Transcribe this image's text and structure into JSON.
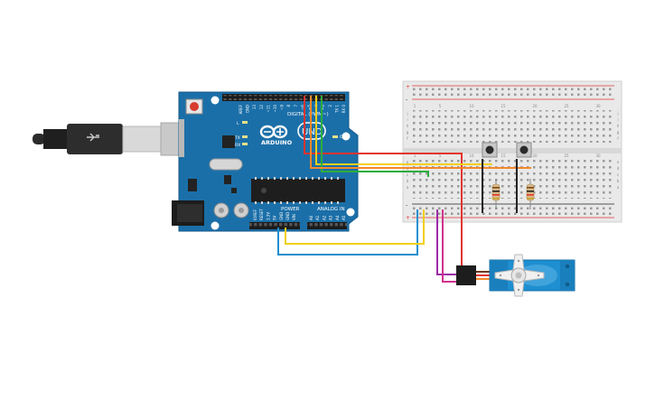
{
  "board": {
    "brand": "ARDUINO",
    "model": "UNO",
    "label_digital": "DIGITAL (PWM~)",
    "label_power": "POWER",
    "label_analog": "ANALOG IN",
    "label_on": "ON",
    "label_l": "L",
    "label_tx": "TX",
    "label_rx": "RX",
    "digital_pins": [
      "AREF",
      "GND",
      "13",
      "12",
      "~11",
      "~10",
      "~9",
      "8",
      "7",
      "~6",
      "~5",
      "4",
      "~3",
      "2",
      "TX 1",
      "RX 0"
    ],
    "power_pins": [
      "IOREF",
      "RESET",
      "3.3V",
      "5V",
      "GND",
      "GND",
      "VIN"
    ],
    "analog_pins": [
      "A0",
      "A1",
      "A2",
      "A3",
      "A4",
      "A5"
    ],
    "color": "#1b6fa8"
  },
  "breadboard": {
    "rail_plus": "+",
    "rail_minus": "-",
    "row_letters_top": [
      "j",
      "i",
      "h",
      "g",
      "f"
    ],
    "row_letters_bottom": [
      "e",
      "d",
      "c",
      "b",
      "a"
    ],
    "column_numbers": [
      "1",
      "5",
      "10",
      "15",
      "20",
      "25",
      "30"
    ]
  },
  "wire_colors": {
    "red": "#e3342f",
    "orange": "#f4892a",
    "yellow": "#f2cf14",
    "green": "#2cae3d",
    "blue": "#1e8fd0",
    "purple": "#9b2aa8",
    "magenta": "#d1318f",
    "black": "#222222"
  },
  "icons": [
    "usb-cable-icon",
    "servo-icon",
    "pushbutton-icon",
    "resistor-icon"
  ]
}
